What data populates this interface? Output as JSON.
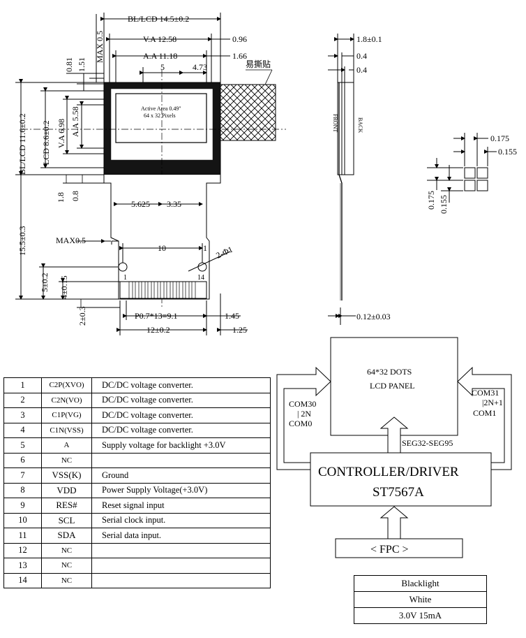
{
  "dims": {
    "bl_lcd_w": "BL/LCD 14.5±0.2",
    "va_w": "V.A 12.58",
    "aa_w": "A.A 11.18",
    "off_096": "0.96",
    "off_166": "1.66",
    "max05_top": "MAX 0.5",
    "d081": "0.81",
    "d151": "1.51",
    "d5": "5",
    "d473": "4.73",
    "peel_label": "易撕贴",
    "bl_lcd_h": "BL/LCD 11.6±0.2",
    "lcd_h": "LCD 8.6±0.2",
    "va_h": "V.A 6.98",
    "aa_h": "A.A 5.58",
    "active_area": "Active Area 0.49\"",
    "pixels": "64 x 32 Pixels",
    "d18": "1.8",
    "d08": "0.8",
    "d5625": "5.625",
    "d335": "3.35",
    "tail_h": "15.5±0.3",
    "max05_side": "MAX0.5",
    "d10": "10",
    "d1": "1",
    "hole": "2-Φ1",
    "d5b": "5±0.2",
    "d4": "4±0.15",
    "d2": "2±0.3",
    "pin1": "1",
    "pin14": "14",
    "pitch": "P0.7*13=9.1",
    "d145": "1.45",
    "tail_w": "12±0.2",
    "d125": "1.25",
    "side_thk": "1.8±0.1",
    "side_04a": "0.4",
    "side_04b": "0.4",
    "front": "FRONT",
    "back": "BACK",
    "fpc_thk": "0.12±0.03",
    "px_0175a": "0.175",
    "px_0155a": "0.155",
    "px_0175b": "0.175",
    "px_0155b": "0.155"
  },
  "block": {
    "panel_line1": "64*32 DOTS",
    "panel_line2": "LCD PANEL",
    "com_left_1": "COM30",
    "com_left_2": "| 2N",
    "com_left_3": "COM0",
    "com_right_1": "COM31",
    "com_right_2": "|2N+1",
    "com_right_3": "COM1",
    "seg": "SEG32-SEG95",
    "ctrl_line1": "CONTROLLER/DRIVER",
    "ctrl_line2": "ST7567A",
    "fpc": "< FPC >"
  },
  "pins": [
    {
      "no": "1",
      "sym": "C2P(XVO)",
      "desc": "DC/DC voltage converter."
    },
    {
      "no": "2",
      "sym": "C2N(VO)",
      "desc": "DC/DC voltage converter."
    },
    {
      "no": "3",
      "sym": "C1P(VG)",
      "desc": "DC/DC voltage converter."
    },
    {
      "no": "4",
      "sym": "C1N(VSS)",
      "desc": "DC/DC voltage converter."
    },
    {
      "no": "5",
      "sym": "A",
      "desc": "Supply voltage for backlight  +3.0V"
    },
    {
      "no": "6",
      "sym": "NC",
      "desc": ""
    },
    {
      "no": "7",
      "sym": "VSS(K)",
      "desc": "Ground"
    },
    {
      "no": "8",
      "sym": "VDD",
      "desc": "Power Supply Voltage(+3.0V)"
    },
    {
      "no": "9",
      "sym": "RES#",
      "desc": "Reset signal input"
    },
    {
      "no": "10",
      "sym": "SCL",
      "desc": "Serial clock input."
    },
    {
      "no": "11",
      "sym": "SDA",
      "desc": "Serial data input."
    },
    {
      "no": "12",
      "sym": "NC",
      "desc": ""
    },
    {
      "no": "13",
      "sym": "NC",
      "desc": ""
    },
    {
      "no": "14",
      "sym": "NC",
      "desc": ""
    }
  ],
  "backlight": {
    "title": "Blacklight",
    "color": "White",
    "spec": "3.0V  15mA"
  }
}
